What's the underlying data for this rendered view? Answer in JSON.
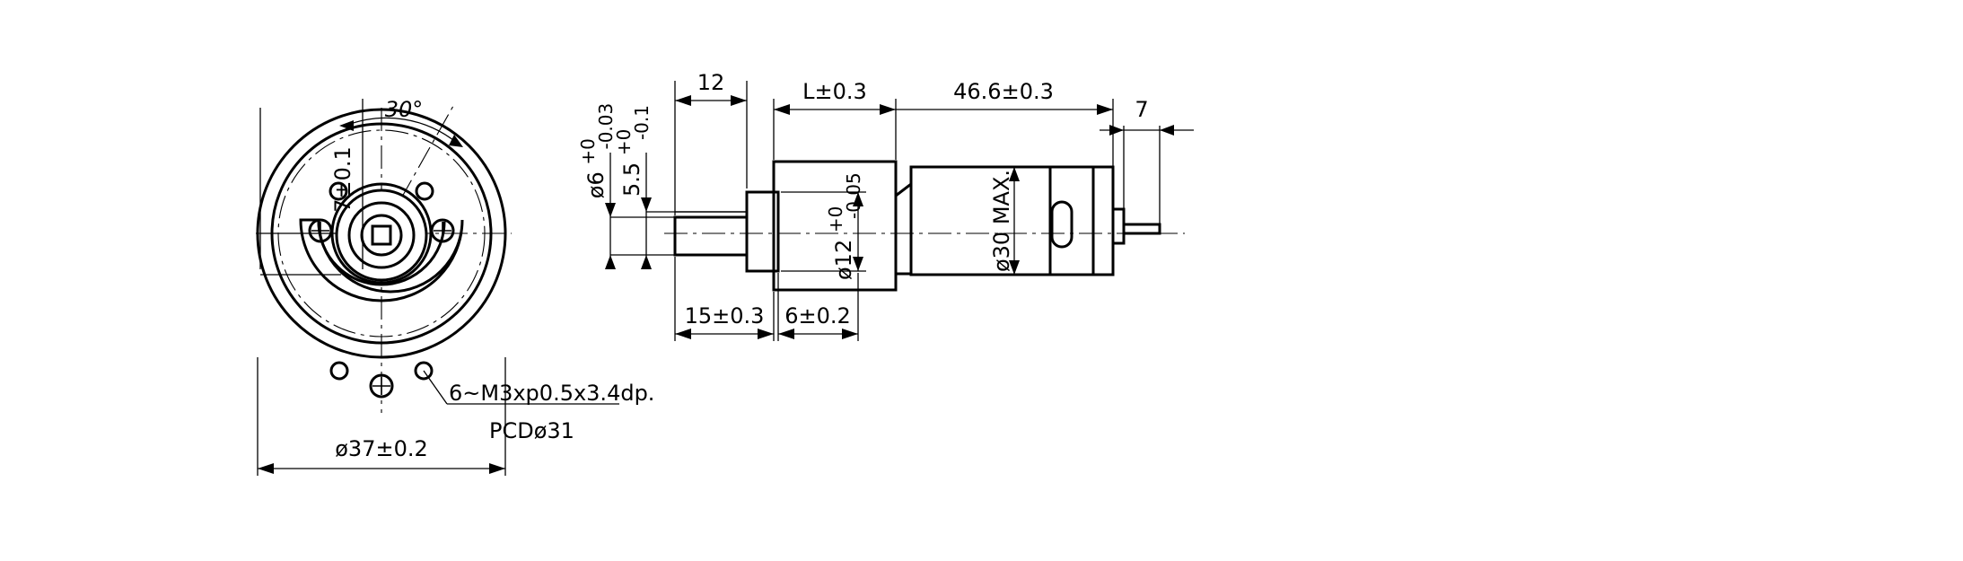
{
  "front_view": {
    "angle_label": "30°",
    "offset_label": "7±0.1",
    "diameter_label": "ø37±0.2",
    "thread_label": "6~M3xp0.5x3.4dp.",
    "pcd_label": "PCDø31"
  },
  "side_view": {
    "shaft_diameter_label": "ø6",
    "shaft_diameter_tol_upper": "+0",
    "shaft_diameter_tol_lower": "-0.03",
    "flat_label": "5.5",
    "flat_tol_upper": "+0",
    "flat_tol_lower": "-0.1",
    "flat_length_label": "12",
    "gearbox_length_label": "L±0.3",
    "motor_length_label": "46.6±0.3",
    "rear_shaft_label": "7",
    "boss_diameter_label": "ø12",
    "boss_tol_upper": "+0",
    "boss_tol_lower": "-0.05",
    "motor_diameter_label": "ø30  MAX.",
    "shaft_length_label": "15±0.3",
    "boss_length_label": "6±0.2"
  }
}
